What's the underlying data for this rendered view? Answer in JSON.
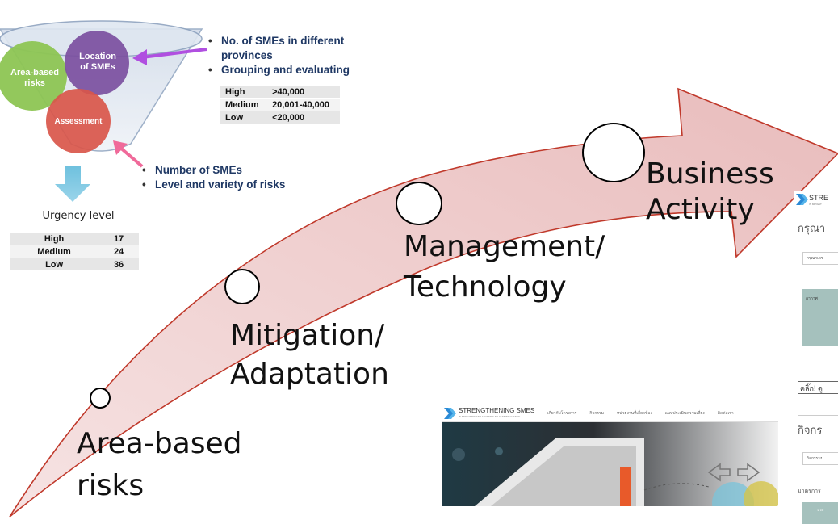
{
  "funnel": {
    "circle_area": "Area-based risks",
    "circle_location": "Location of SMEs",
    "circle_assessment": "Assessment"
  },
  "notes_top": {
    "items": [
      "No. of SMEs in different provinces",
      "Grouping and evaluating"
    ],
    "table": [
      [
        "High",
        ">40,000"
      ],
      [
        "Medium",
        "20,001-40,000"
      ],
      [
        "Low",
        "<20,000"
      ]
    ]
  },
  "notes_bottom": {
    "items": [
      "Number of  SMEs",
      "Level and variety of risks"
    ]
  },
  "urgency": {
    "title": "Urgency level",
    "rows": [
      [
        "High",
        "17"
      ],
      [
        "Medium",
        "24"
      ],
      [
        "Low",
        "36"
      ]
    ]
  },
  "stages": [
    {
      "label_line1": "Area-based",
      "label_line2": "risks"
    },
    {
      "label_line1": "Mitigation/",
      "label_line2": "Adaptation"
    },
    {
      "label_line1": "Management/",
      "label_line2": "Technology"
    },
    {
      "label_line1": "Business",
      "label_line2": "Activity"
    }
  ],
  "website_shot": {
    "logo_text": "STRENGTHENING SMES",
    "logo_sub": "IN MITIGATING AND ADAPTING TO CLIMATE CHANGE",
    "nav": [
      "เกี่ยวกับโครงการ",
      "กิจกรรม",
      "หน่วยงานที่เกี่ยวข้อง",
      "แบบประเมินความเสี่ยง",
      "ติดต่อเรา"
    ]
  },
  "form_shot": {
    "logo_text": "STRE",
    "logo_sub": "IN MITIGAT",
    "heading": "กรุณา",
    "select_text": "กรุณาเลข",
    "box_text": "อากาศ",
    "button_text": "คลิ๊ก! ดู",
    "section": "กิจกร",
    "select2_text": "กิจกรรมป",
    "measure": "มาตรการ",
    "bottom_text": "ประ"
  },
  "colors": {
    "arrow_fill": "#efcdcd",
    "arrow_stroke": "#c0392b",
    "note_text": "#1f3864",
    "circle_area": "#8dc553",
    "circle_location": "#7b4fa0",
    "circle_assessment": "#d9564a"
  }
}
